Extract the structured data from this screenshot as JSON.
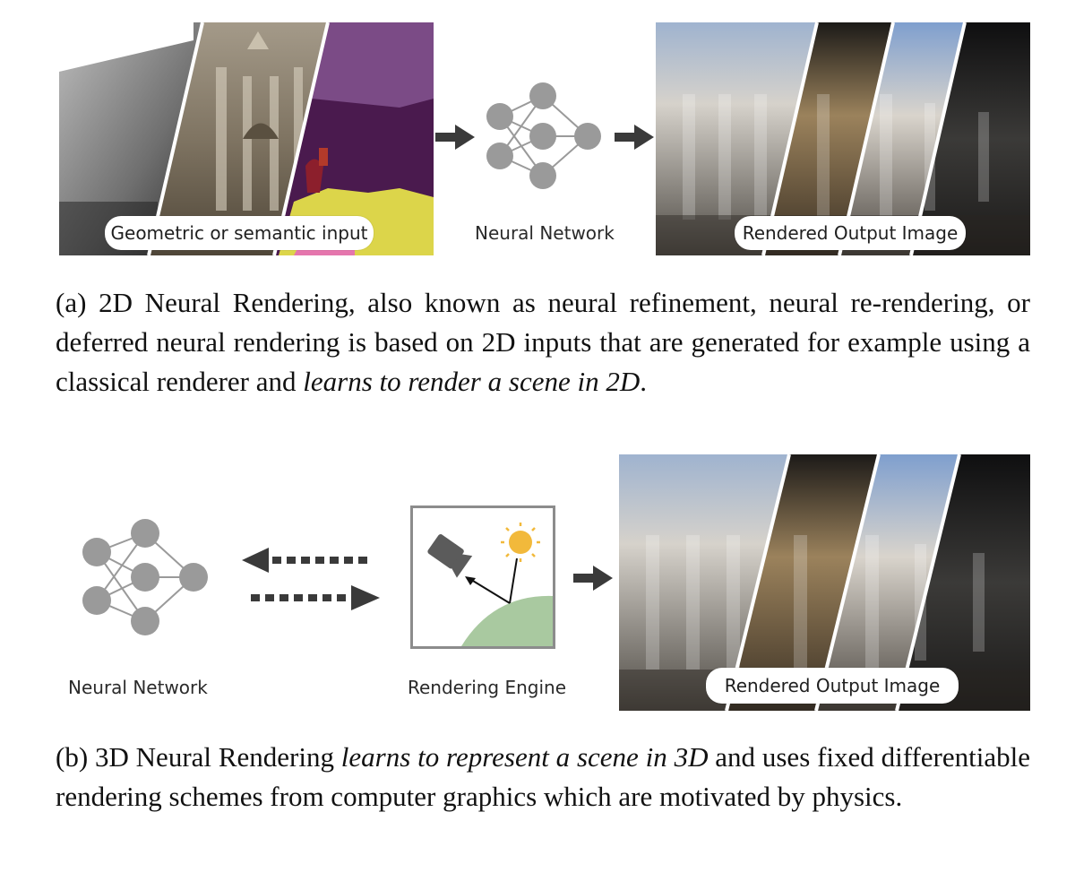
{
  "panel_a": {
    "input_label": "Geometric or semantic input",
    "network_label": "Neural Network",
    "output_label": "Rendered Output Image",
    "caption": {
      "lead": "(a) 2D Neural Rendering, also known as neural refinement, neural re-rendering, or deferred neural rendering is based on 2D inputs that are generated for example using a classical renderer and ",
      "emphasis": "learns to render a scene in 2D",
      "tail": "."
    }
  },
  "panel_b": {
    "network_label": "Neural Network",
    "engine_label": "Rendering Engine",
    "output_label": "Rendered Output Image",
    "caption": {
      "lead": "(b) 3D Neural Rendering ",
      "emphasis": "learns to represent a scene in 3D",
      "tail": " and uses fixed differentiable rendering schemes from computer graphics which are motivated by physics."
    }
  },
  "colors": {
    "node": "#9a9a9a",
    "arrow": "#3a3a3a",
    "ground": "#a9c9a0",
    "sun": "#f2b93b",
    "semantic_purple": "#4a1a4e",
    "semantic_yellow": "#dcd54a"
  },
  "icons": [
    "neural-network-icon",
    "camera-icon",
    "sun-icon",
    "arrow-right-icon",
    "dashed-arrow-left-icon",
    "dashed-arrow-right-icon"
  ]
}
